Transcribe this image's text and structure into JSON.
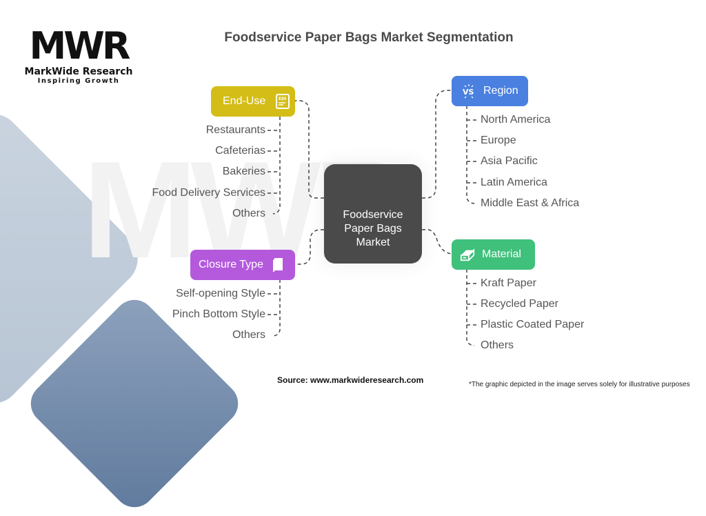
{
  "logo": {
    "mark": "MWR",
    "name": "MarkWide Research",
    "tagline": "Inspiring Growth"
  },
  "title": "Foodservice Paper Bags Market Segmentation",
  "center": {
    "label": "Foodservice Paper Bags Market"
  },
  "categories": {
    "end_use": {
      "label": "End-Use",
      "icon": "edi-document-icon",
      "color": "#d4bd17",
      "items": [
        "Restaurants",
        "Cafeterias",
        "Bakeries",
        "Food Delivery Services",
        "Others"
      ]
    },
    "region": {
      "label": "Region",
      "icon": "vs-sparkle-icon",
      "color": "#4a80e0",
      "items": [
        "North America",
        "Europe",
        "Asia Pacific",
        "Latin America",
        "Middle East & Africa"
      ]
    },
    "closure_type": {
      "label": "Closure Type",
      "icon": "book-icon",
      "color": "#b459dc",
      "items": [
        "Self-opening Style",
        "Pinch Bottom Style",
        "Others"
      ]
    },
    "material": {
      "label": "Material",
      "icon": "eraser-icon",
      "color": "#3fc07b",
      "items": [
        "Kraft Paper",
        "Recycled Paper",
        "Plastic Coated Paper",
        "Others"
      ]
    }
  },
  "footer": {
    "source": "Source: www.markwideresearch.com",
    "note": "*The graphic depicted in the image serves solely for illustrative purposes"
  }
}
